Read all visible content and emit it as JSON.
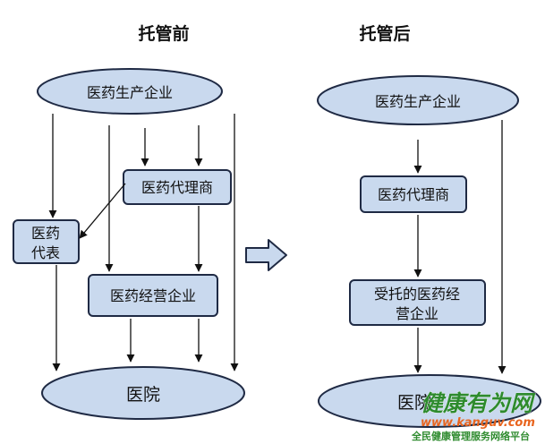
{
  "headings": {
    "before": "托管前",
    "after": "托管后"
  },
  "before": {
    "manufacturer": "医药生产企业",
    "agent": "医药代理商",
    "rep_line1": "医药",
    "rep_line2": "代表",
    "distributor": "医药经营企业",
    "hospital": "医院"
  },
  "after": {
    "manufacturer": "医药生产企业",
    "agent": "医药代理商",
    "trustee_line1": "受托的医药经",
    "trustee_line2": "营企业",
    "hospital": "医院"
  },
  "watermark": {
    "brand": "健康有为网",
    "url": "www.kanguv.com",
    "tagline": "全民健康管理服务网络平台"
  },
  "colors": {
    "node_fill": "#c9d9ee",
    "node_stroke": "#1f2a44",
    "watermark_green": "#2e8b2e",
    "watermark_orange": "#e8641e"
  }
}
